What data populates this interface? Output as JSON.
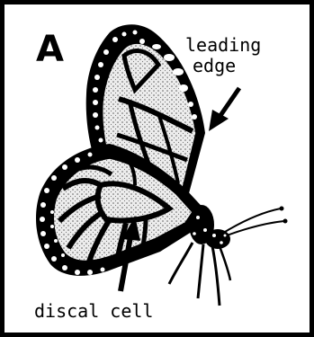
{
  "figure": {
    "panel_letter": "A",
    "labels": {
      "leading_line1": "leading",
      "leading_line2": "edge",
      "discal": "discal cell"
    },
    "colors": {
      "ink": "#000000",
      "paper": "#ffffff",
      "stipple": "#d8d8d8"
    }
  }
}
